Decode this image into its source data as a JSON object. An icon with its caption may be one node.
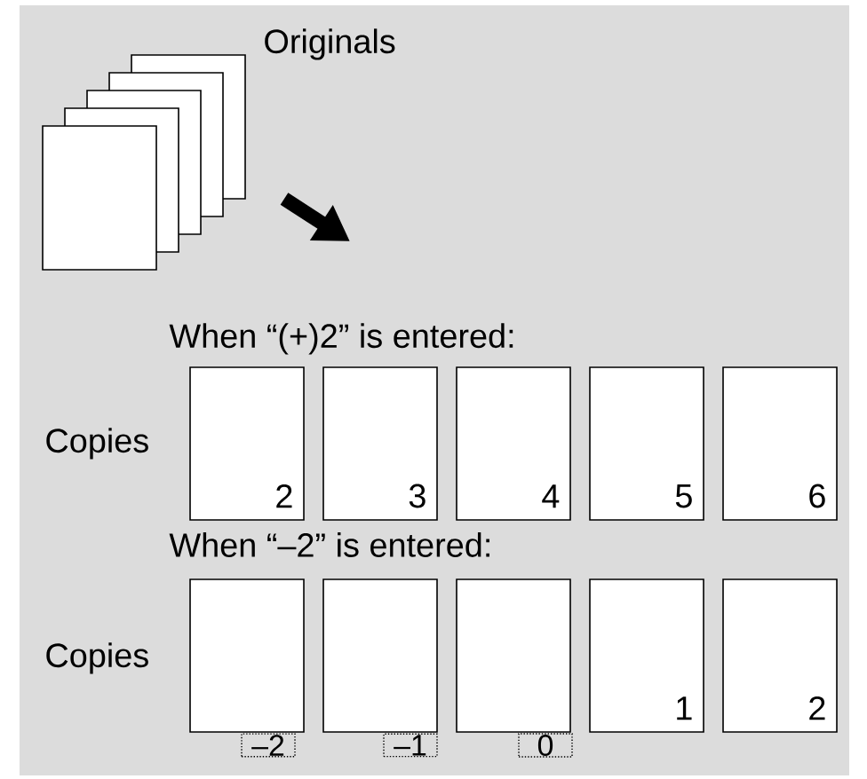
{
  "diagram": {
    "nodes": [
      {
        "text": [
          "Originals"
        ]
      },
      {
        "text": [
          "2"
        ]
      },
      {
        "text": [
          "3"
        ]
      },
      {
        "text": [
          "4"
        ]
      },
      {
        "text": [
          "5"
        ]
      },
      {
        "text": [
          "6"
        ]
      },
      {
        "text": [],
        "shape": "box"
      },
      {
        "text": [],
        "shape": "box"
      },
      {
        "text": [],
        "shape": "box"
      },
      {
        "text": [
          "1"
        ]
      },
      {
        "text": [
          "2"
        ]
      },
      {
        "text": [
          "–2"
        ]
      },
      {
        "text": [
          "–1"
        ]
      },
      {
        "text": [
          "0"
        ]
      }
    ],
    "labels": [
      "When “(+)2” is entered:",
      "Copies",
      "When “–2” is entered:",
      "Copies"
    ]
  }
}
